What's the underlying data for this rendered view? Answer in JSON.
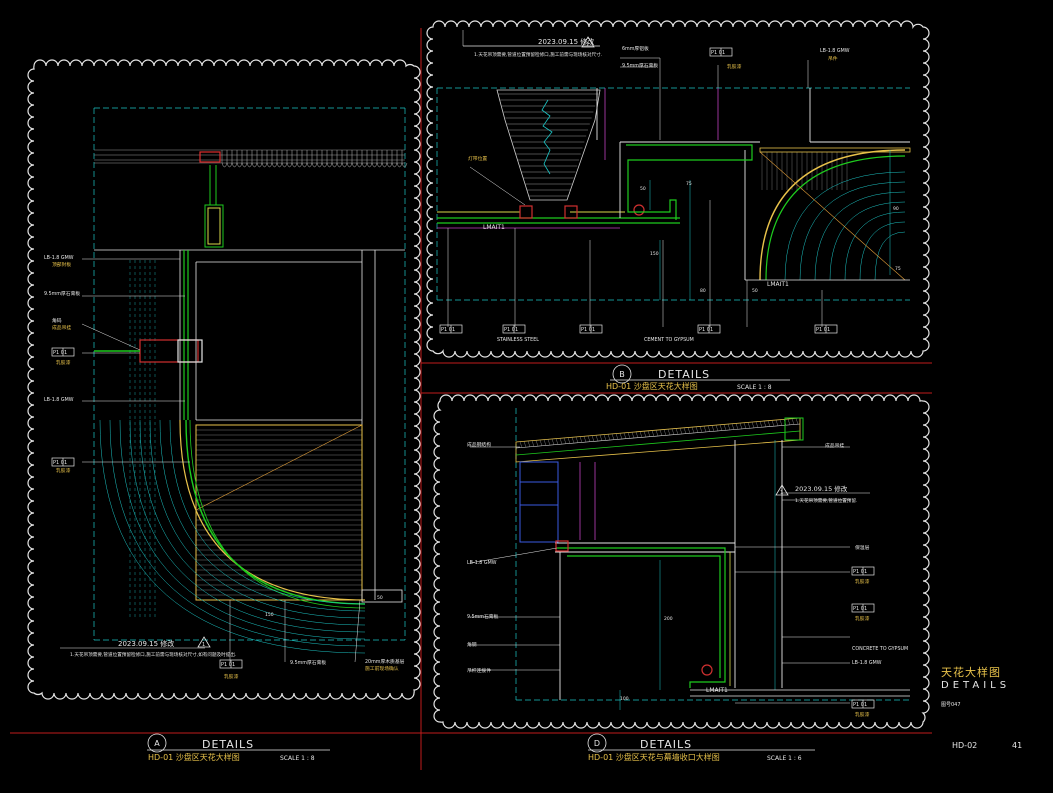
{
  "sheet": {
    "title_cn": "天花大样图",
    "title_en": "DETAILS",
    "drawing_no": "HD-02",
    "page_no": "41",
    "sub_label": "图号047"
  },
  "panel_a": {
    "bubble": "A",
    "title": "DETAILS",
    "subtitle": "HD-01 沙盘区天花大样图",
    "scale": "SCALE 1 : 8",
    "rev_date": "2023.09.15 修改",
    "rev_symbol": "1",
    "notes": "1.天花吊顶需要,管道位置预留检修口,施工前需与现场核对尺寸,如有问题及时提出.",
    "labels": [
      "LB-1.8 GMW",
      "顶部封板",
      "9.5mm厚石膏板",
      "角码",
      "成品吊挂",
      "P1 01",
      "乳胶漆",
      "LB-1.8 GMW",
      "P1 01",
      "乳胶漆",
      "P1 01",
      "乳胶漆",
      "9.5mm厚石膏板",
      "20mm厚木质基层",
      "施工前现场确认"
    ],
    "dims": [
      "150",
      "50"
    ]
  },
  "panel_b": {
    "bubble": "B",
    "title": "DETAILS",
    "subtitle": "HD-01 沙盘区天花大样图",
    "scale": "SCALE 1 : 8",
    "rev_date": "2023.09.15 修改",
    "rev_symbol": "1",
    "notes": "1.天花吊顶需要,管道位置预留检修口,施工前需与现场核对尺寸.",
    "labels": [
      "6mm厚铝板",
      "9.5mm厚石膏板",
      "P1 01",
      "乳胶漆",
      "LB-1.8 GMW",
      "吊件",
      "灯带位置",
      "P1 01",
      "STAINLESS STEEL",
      "P1 01",
      "CEMENT TO GYPSUM",
      "P1 01",
      "P1 01",
      "P1 01"
    ],
    "tag_labels": [
      "LMAIT1",
      "LMAIT1"
    ],
    "dims": [
      "50",
      "75",
      "150",
      "80",
      "50",
      "90",
      "75"
    ]
  },
  "panel_c": {
    "bubble": "D",
    "title": "DETAILS",
    "subtitle": "HD-01 沙盘区天花与幕墙收口大样图",
    "scale": "SCALE 1 : 6",
    "rev_date": "2023.09.15 修改",
    "rev_symbol": "1",
    "notes": "1.天花吊顶需要,管道位置预留.",
    "labels": [
      "成品钢结构",
      "LB-1.8 GMW",
      "9.5mm石膏板",
      "角钢",
      "吊杆连接件",
      "成品吊挂",
      "保温层",
      "P1 01",
      "乳胶漆",
      "P1 01",
      "乳胶漆",
      "CONCRETE TO GYPSUM",
      "LB-1.8 GMW",
      "P1 01",
      "乳胶漆"
    ],
    "tag_labels": [
      "LMAIT1"
    ],
    "dims": [
      "200",
      "100"
    ]
  }
}
